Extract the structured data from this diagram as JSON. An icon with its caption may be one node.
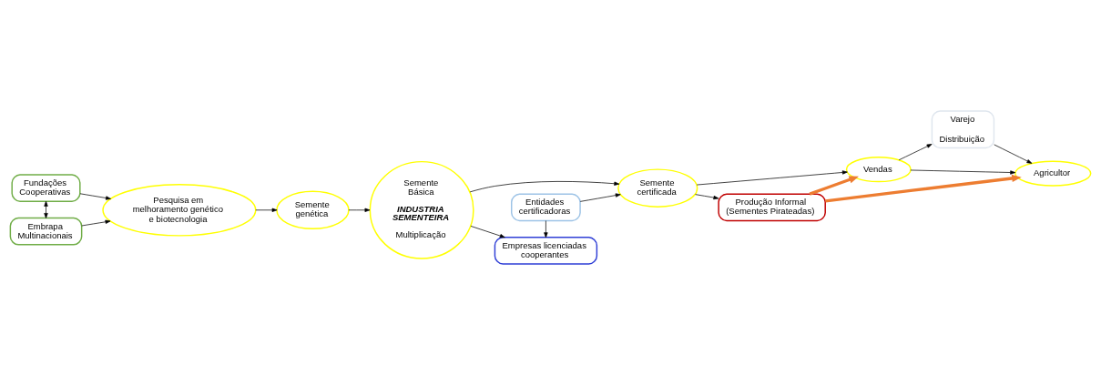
{
  "diagram": {
    "nodes": [
      {
        "text": [
          "Embrapa Multinacionais"
        ]
      },
      {
        "text": [
          "Pesquisa em melhoramento genético e biotecnologia"
        ]
      },
      {
        "text": [
          "Fundações Cooperativas"
        ]
      },
      {
        "text": [
          "Semente genética"
        ]
      },
      {
        "text": [
          "Semente Básica",
          "INDUSTRIA SEMENTEIRA",
          "Multiplicação"
        ]
      },
      {
        "text": [
          "Empresas licenciadas cooperantes"
        ]
      },
      {
        "text": [
          "Entidades certificadoras"
        ]
      },
      {
        "text": [
          "Semente certificada"
        ]
      },
      {
        "text": [
          "Produção Informal (Sementes Pirateadas)"
        ]
      },
      {
        "text": [
          "Varejo",
          "Distribuição"
        ]
      },
      {
        "text": [
          "Vendas"
        ]
      },
      {
        "text": [
          "Agricultor"
        ]
      }
    ],
    "edges": [
      {
        "from": 2,
        "to": 0,
        "arrow": "both"
      },
      {
        "from": 0,
        "to": 1,
        "arrow": "to"
      },
      {
        "from": 2,
        "to": 1,
        "arrow": "to"
      },
      {
        "from": 1,
        "to": 3,
        "arrow": "to"
      },
      {
        "from": 3,
        "to": 4,
        "arrow": "to"
      },
      {
        "from": 4,
        "to": 5,
        "arrow": "to"
      },
      {
        "from": 6,
        "to": 5,
        "arrow": "to"
      },
      {
        "from": 6,
        "to": 7,
        "arrow": "to"
      },
      {
        "from": 4,
        "to": 7,
        "arrow": "to"
      },
      {
        "from": 7,
        "to": 8,
        "arrow": "to"
      },
      {
        "from": 7,
        "to": 10,
        "arrow": "to"
      },
      {
        "from": 10,
        "to": 9,
        "arrow": "to"
      },
      {
        "from": 9,
        "to": 11,
        "arrow": "to"
      },
      {
        "from": 10,
        "to": 11,
        "arrow": "to"
      },
      {
        "from": 8,
        "to": 10,
        "arrow": "to",
        "style": "thick",
        "color": "#ed7d31"
      },
      {
        "from": 8,
        "to": 11,
        "arrow": "to",
        "style": "thick",
        "color": "#ed7d31"
      }
    ]
  }
}
